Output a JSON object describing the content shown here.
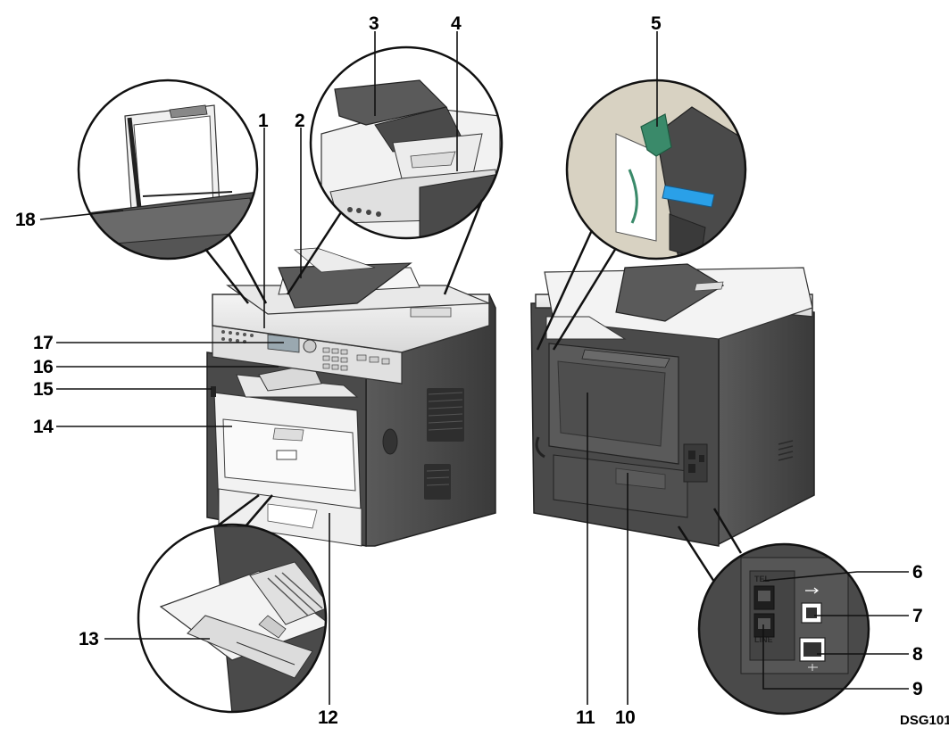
{
  "figure": {
    "id_code": "DSG101",
    "callouts": [
      "1",
      "2",
      "3",
      "4",
      "5",
      "6",
      "7",
      "8",
      "9",
      "10",
      "11",
      "12",
      "13",
      "14",
      "15",
      "16",
      "17",
      "18"
    ],
    "port_labels": {
      "tel": "TEL",
      "line": "LINE"
    }
  },
  "colors": {
    "body_dark": "#4a4a4a",
    "body_mid": "#8a8a8a",
    "body_light": "#e4e4e4",
    "accent_green": "#3a8a6a",
    "accent_blue": "#2aa0e8",
    "beige": "#d8d2c2"
  }
}
